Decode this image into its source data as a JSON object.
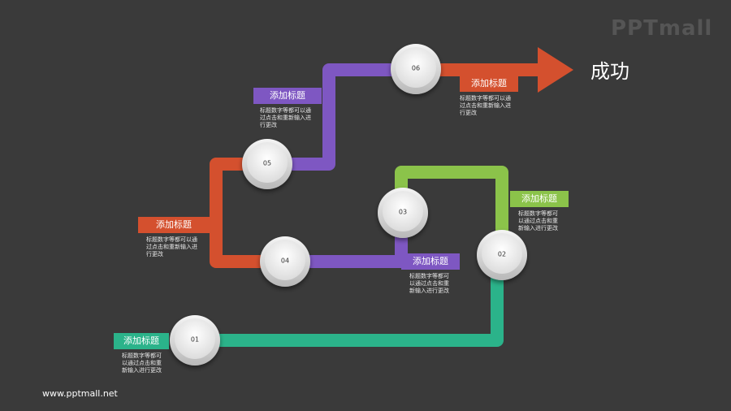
{
  "brand": {
    "logo_text": "PPTmall",
    "website": "www.pptmall.net"
  },
  "goal_label": "成功",
  "steps": [
    {
      "num": "01",
      "title": "添加标题",
      "desc": "标题数字等都可\n以通过点击和重\n新输入进行更改",
      "color": "#2bb38a"
    },
    {
      "num": "02",
      "title": "添加标题",
      "desc": "标题数字等都可\n以通过点击和重\n新输入进行更改",
      "color": "#8bc34a"
    },
    {
      "num": "03",
      "title": "添加标题",
      "desc": "标题数字等都可\n以通过点击和重\n新输入进行更改",
      "color": "#7e57c2"
    },
    {
      "num": "04",
      "title": "添加标题",
      "desc": "标题数字等都可以通\n过点击和重新输入进\n行更改",
      "color": "#d4502e"
    },
    {
      "num": "05",
      "title": "添加标题",
      "desc": "标题数字等都可以通\n过点击和重新输入进\n行更改",
      "color": "#7e57c2"
    },
    {
      "num": "06",
      "title": "添加标题",
      "desc": "标题数字等都可以通\n过点击和重新输入进\n行更改",
      "color": "#d4502e"
    }
  ]
}
